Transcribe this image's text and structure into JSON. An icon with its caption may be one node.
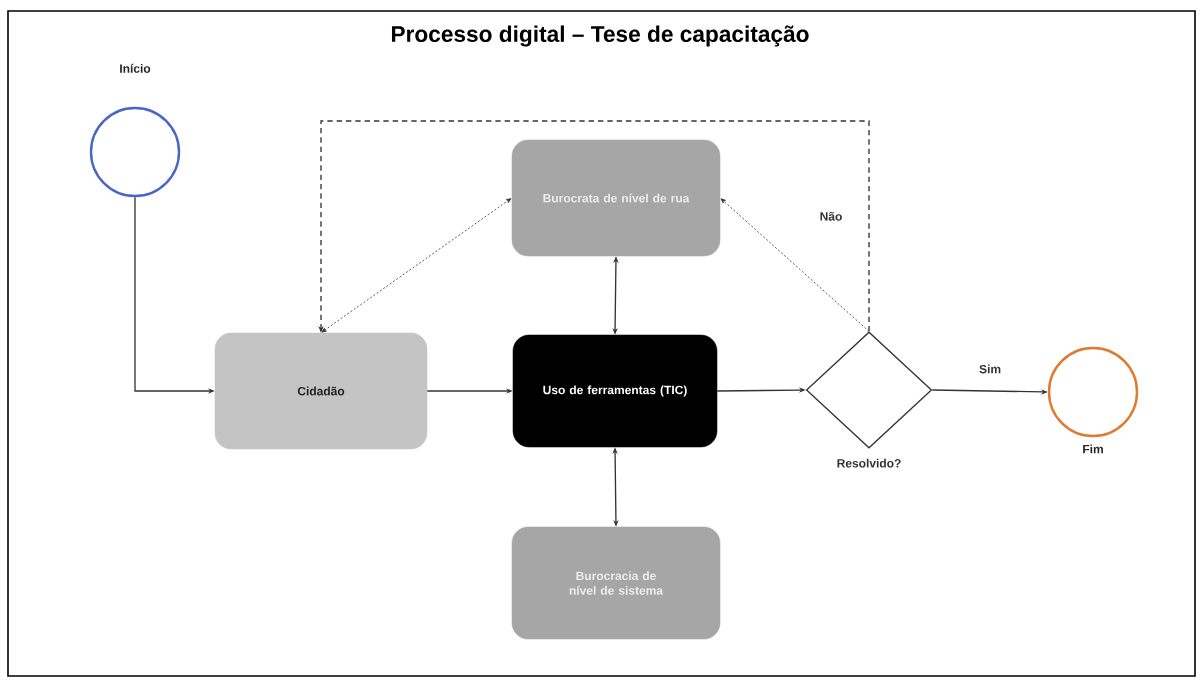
{
  "diagram": {
    "title": "Processo digital – Tese de capacitação",
    "nodes": [
      {
        "text": [
          "Início"
        ]
      },
      {
        "text": [
          "Burocrata de nível de rua"
        ]
      },
      {
        "text": [
          "Cidadão"
        ]
      },
      {
        "text": [
          "Uso de ferramentas (TIC)"
        ]
      },
      {
        "text": [
          "Resolvido?"
        ]
      },
      {
        "text": [
          "Fim"
        ]
      },
      {
        "text": [
          "Burocracia de nível de sistema"
        ]
      }
    ],
    "edges": [
      {
        "from": 0,
        "to": 2,
        "arrow": "to"
      },
      {
        "from": 2,
        "to": 3,
        "arrow": "to"
      },
      {
        "from": 3,
        "to": 4,
        "arrow": "to"
      },
      {
        "from": 4,
        "to": 5,
        "arrow": "to",
        "label": "Sim"
      },
      {
        "from": 1,
        "to": 3,
        "arrow": "both"
      },
      {
        "from": 3,
        "to": 6,
        "arrow": "both"
      },
      {
        "from": 2,
        "to": 1,
        "arrow": "both",
        "style": "dashed"
      },
      {
        "from": 4,
        "to": 1,
        "arrow": "to",
        "style": "dashed"
      },
      {
        "from": 4,
        "to": 2,
        "arrow": "to",
        "style": "dashed",
        "label": "Não"
      }
    ]
  }
}
